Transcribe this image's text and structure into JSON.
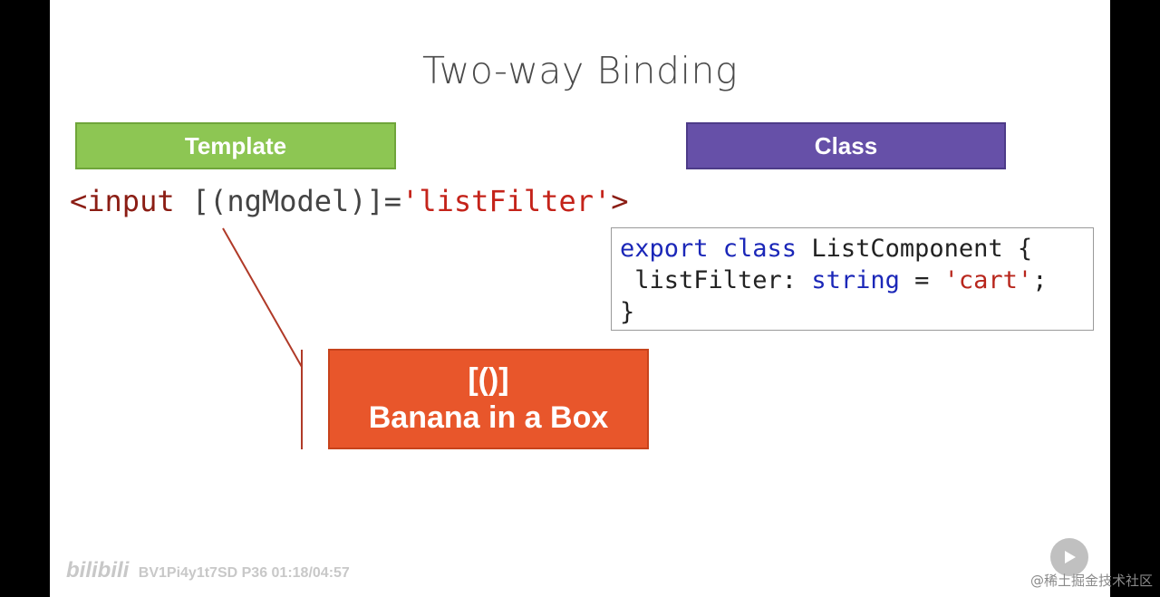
{
  "slide": {
    "title": "Two-way Binding",
    "template_label": "Template",
    "class_label": "Class",
    "template_code": {
      "open": "<input ",
      "binding": "[(ngModel)]",
      "equals": "=",
      "value": "'listFilter'",
      "close": ">"
    },
    "class_code": {
      "line1_kw": "export class",
      "line1_rest": " ListComponent {",
      "line2_prop": " listFilter: ",
      "line2_type": "string",
      "line2_eq": " = ",
      "line2_val": "'cart'",
      "line2_end": ";",
      "line3": "}"
    },
    "banana": {
      "symbol": "[()]",
      "text": "Banana in a Box"
    }
  },
  "overlay": {
    "watermark_logo": "bilibili",
    "watermark_text": "BV1Pi4y1t7SD P36 01:18/04:57",
    "credit": "@稀土掘金技术社区",
    "play_icon": "play-icon"
  },
  "colors": {
    "template": "#8dc653",
    "class": "#6650a8",
    "banana": "#e8562b",
    "line": "#b03a28"
  }
}
